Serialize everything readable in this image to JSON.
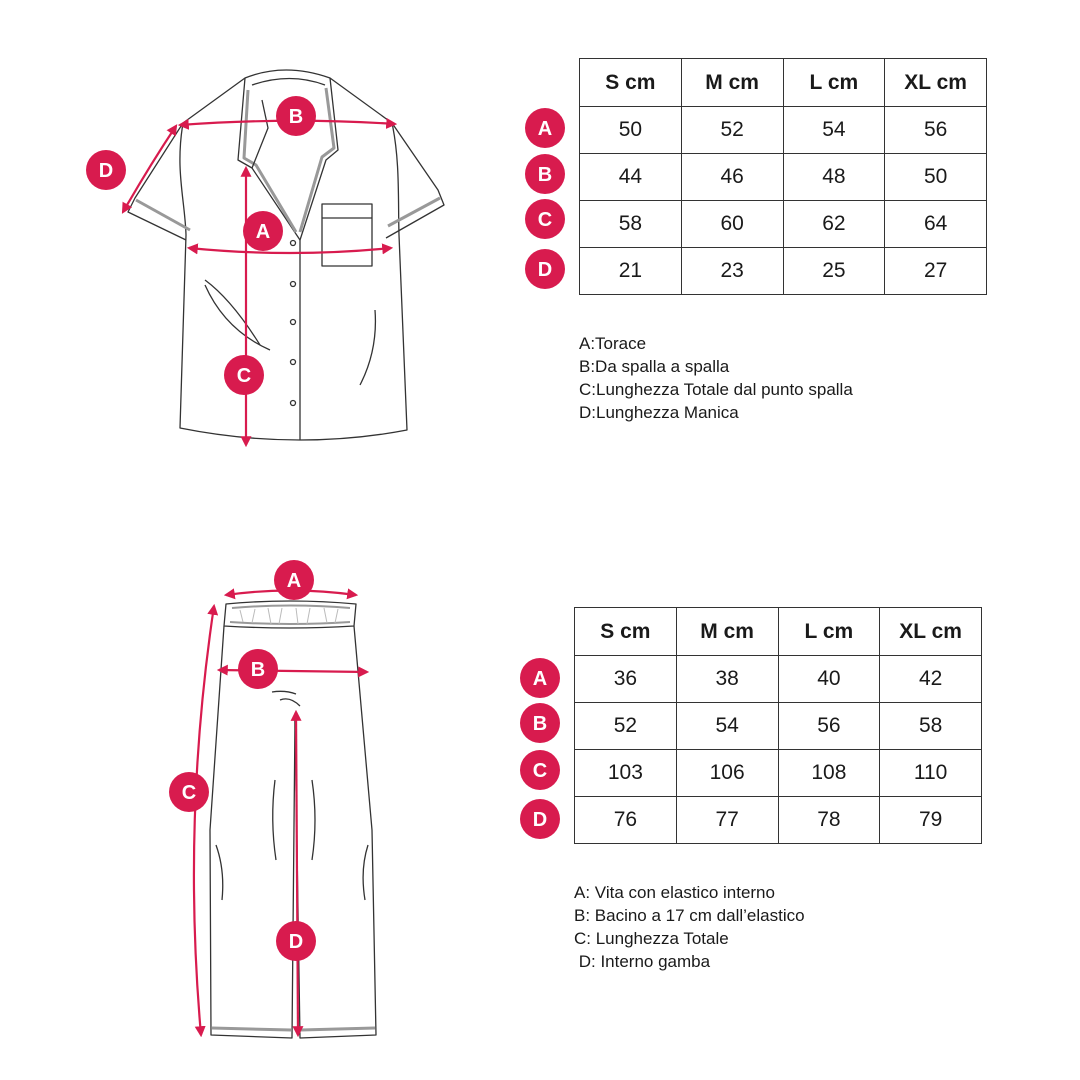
{
  "colors": {
    "accent": "#d81b4e",
    "outline": "#333333",
    "trim": "#999999"
  },
  "shirt": {
    "diagram_labels": [
      "A",
      "B",
      "C",
      "D"
    ],
    "table": {
      "headers": [
        "S cm",
        "M cm",
        "L cm",
        "XL cm"
      ],
      "rows": [
        {
          "label": "A",
          "values": [
            "50",
            "52",
            "54",
            "56"
          ]
        },
        {
          "label": "B",
          "values": [
            "44",
            "46",
            "48",
            "50"
          ]
        },
        {
          "label": "C",
          "values": [
            "58",
            "60",
            "62",
            "64"
          ]
        },
        {
          "label": "D",
          "values": [
            "21",
            "23",
            "25",
            "27"
          ]
        }
      ]
    },
    "legend": [
      "A:Torace",
      "B:Da spalla a spalla",
      "C:Lunghezza Totale dal punto spalla",
      "D:Lunghezza Manica"
    ]
  },
  "pants": {
    "diagram_labels": [
      "A",
      "B",
      "C",
      "D"
    ],
    "table": {
      "headers": [
        "S cm",
        "M cm",
        "L cm",
        "XL cm"
      ],
      "rows": [
        {
          "label": "A",
          "values": [
            "36",
            "38",
            "40",
            "42"
          ]
        },
        {
          "label": "B",
          "values": [
            "52",
            "54",
            "56",
            "58"
          ]
        },
        {
          "label": "C",
          "values": [
            "103",
            "106",
            "108",
            "110"
          ]
        },
        {
          "label": "D",
          "values": [
            "76",
            "77",
            "78",
            "79"
          ]
        }
      ]
    },
    "legend": [
      "A: Vita con elastico interno",
      "B: Bacino a 17 cm dall’elastico",
      "C: Lunghezza Totale",
      " D: Interno gamba"
    ]
  }
}
